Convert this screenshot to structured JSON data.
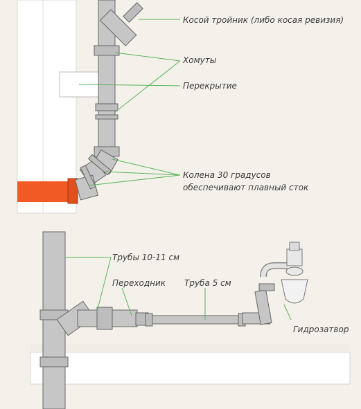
{
  "colors": {
    "background": "#f3f1e9",
    "pipe": "#c6c6c6",
    "pipe_outline": "#666666",
    "leader": "#5bb35b",
    "wall": "#ffffff",
    "outlet": "#f15a24"
  },
  "top_diagram": {
    "labels": {
      "oblique_tee": "Косой тройник (либо косая ревизия)",
      "clamps": "Хомуты",
      "floor_slab": "Перекрытие",
      "elbows_line1": "Колена 30 градусов",
      "elbows_line2": "обеспечивают плавный сток"
    }
  },
  "bottom_diagram": {
    "labels": {
      "pipes_10_11": "Трубы 10-11 см",
      "adapter": "Переходник",
      "pipe_5": "Труба 5 см",
      "trap": "Гидрозатвор"
    }
  }
}
